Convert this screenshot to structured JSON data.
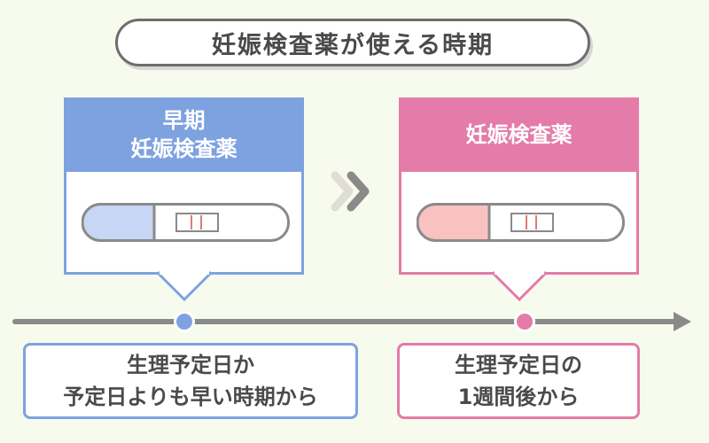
{
  "title": "妊娠検査薬が使える時期",
  "left_card": {
    "header_line1": "早期",
    "header_line2": "妊娠検査薬",
    "accent": "#7ea2df",
    "window_color": "#c6d6f4",
    "line_color": "#e07a7a"
  },
  "right_card": {
    "header_line1": "妊娠検査薬",
    "accent": "#e47ba8",
    "window_color": "#f8c2c0",
    "line_color": "#e07a7a"
  },
  "left_timing": {
    "line1": "生理予定日か",
    "line2": "予定日よりも早い時期から"
  },
  "right_timing": {
    "line1": "生理予定日の",
    "line2": "1週間後から"
  },
  "colors": {
    "background": "#f6fbee",
    "timeline": "#8a8a8a",
    "chevron_light": "#e0ddd2",
    "chevron_dark": "#8a8a8a"
  }
}
